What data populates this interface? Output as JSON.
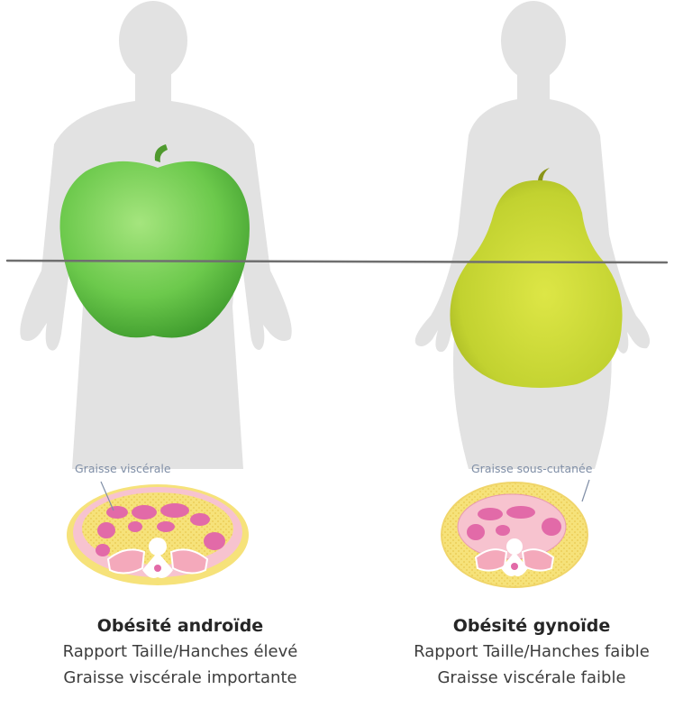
{
  "left": {
    "fat_label": "Graisse viscérale",
    "title": "Obésité androïde",
    "line1": "Rapport Taille/Hanches élevé",
    "line2": "Graisse viscérale importante"
  },
  "right": {
    "fat_label": "Graisse sous-cutanée",
    "title": "Obésité gynoïde",
    "line1": "Rapport Taille/Hanches faible",
    "line2": "Graisse viscérale faible"
  },
  "colors": {
    "silhouette": "#e2e2e2",
    "apple": "#6cc94c",
    "pear": "#c6d534",
    "waist_line": "#6f6f6f",
    "subcutaneous_fat": "#f6e27a",
    "visceral_fat": "#e26aa8",
    "muscle": "#f4b6c4"
  }
}
